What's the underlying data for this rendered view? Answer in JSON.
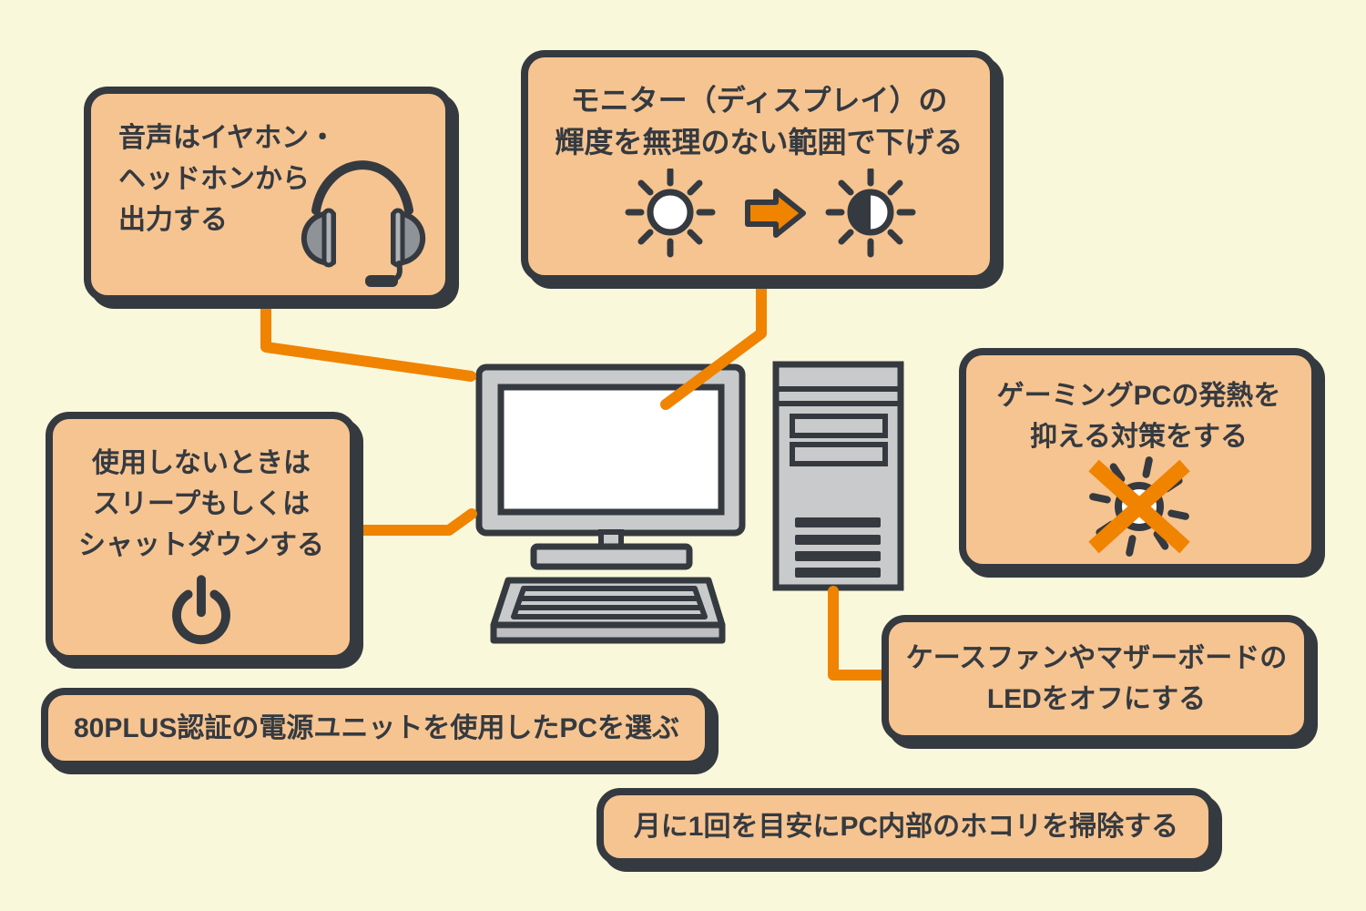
{
  "palette": {
    "background": "#FAF8DB",
    "box_fill": "#F6C491",
    "outline_dark": "#353A40",
    "accent_orange": "#F08300",
    "device_gray": "#C9CACB",
    "screen_white": "#FFFFFF"
  },
  "boxes": {
    "audio": {
      "icon": "headset-icon",
      "lines": [
        "音声はイヤホン・",
        "ヘッドホンから",
        "出力する"
      ]
    },
    "brightness": {
      "icon": "brightness-lower-icon",
      "lines": [
        "モニター（ディスプレイ）の",
        "輝度を無理のない範囲で下げる"
      ]
    },
    "heat": {
      "icon": "no-heat-icon",
      "lines": [
        "ゲーミングPCの発熱を",
        "抑える対策をする"
      ]
    },
    "sleep": {
      "icon": "power-icon",
      "lines": [
        "使用しないときは",
        "スリープもしくは",
        "シャットダウンする"
      ]
    },
    "psu": {
      "lines": [
        "80PLUS認証の電源ユニットを使用したPCを選ぶ"
      ]
    },
    "led": {
      "lines": [
        "ケースファンやマザーボードの",
        "LEDをオフにする"
      ]
    },
    "dust": {
      "lines": [
        "月に1回を目安にPC内部のホコリを掃除する"
      ]
    }
  },
  "illustration": {
    "desktop_pc": "monitor-keyboard-tower",
    "icons": [
      "headset-icon",
      "sun-bright-icon",
      "arrow-right-icon",
      "sun-dimmed-icon",
      "no-heat-icon",
      "power-icon"
    ]
  }
}
